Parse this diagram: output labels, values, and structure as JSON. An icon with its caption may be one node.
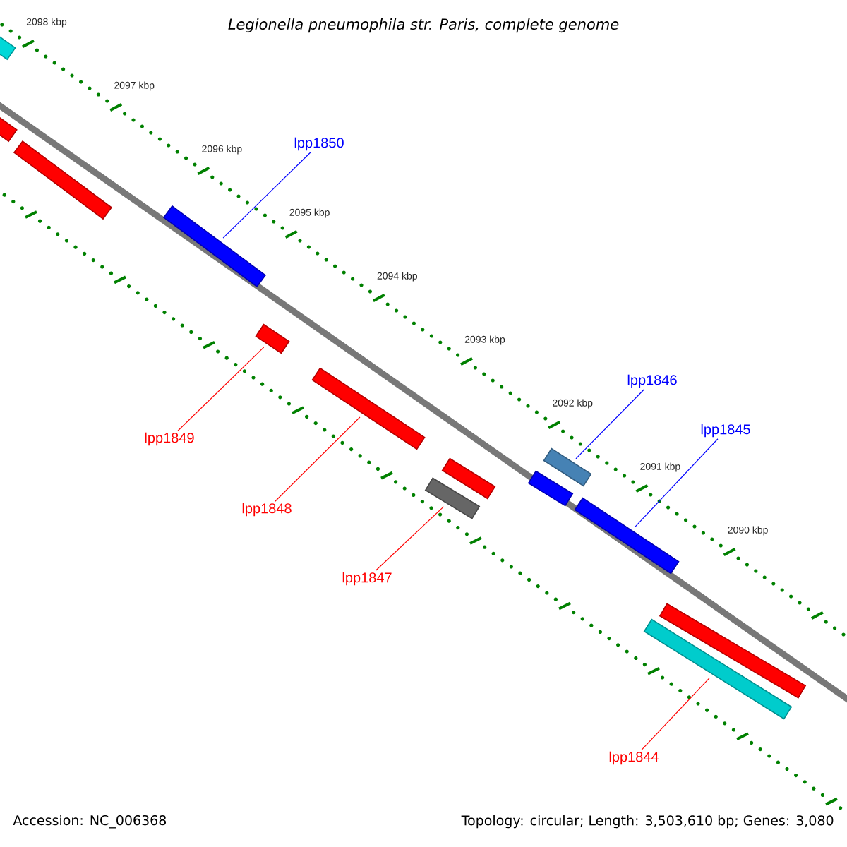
{
  "diagram": {
    "title": "Legionella pneumophila str. Paris, complete genome",
    "nodes": [
      {
        "text": [],
        "shape": "bar"
      },
      {
        "text": [],
        "shape": "bar"
      },
      {
        "text": [],
        "shape": "bar"
      },
      {
        "text": [],
        "shape": "bar"
      },
      {
        "text": [],
        "shape": "bar"
      },
      {
        "text": [],
        "shape": "bar"
      },
      {
        "text": [],
        "shape": "bar"
      },
      {
        "text": [],
        "shape": "bar"
      },
      {
        "text": [],
        "shape": "bar"
      },
      {
        "text": [],
        "shape": "bar"
      },
      {
        "text": [],
        "shape": "bar"
      },
      {
        "text": [],
        "shape": "bar"
      },
      {
        "text": [],
        "shape": "bar"
      },
      {
        "text": [
          "lpp1850"
        ]
      },
      {
        "text": [
          "lpp1846"
        ]
      },
      {
        "text": [
          "lpp1845"
        ]
      },
      {
        "text": [
          "lpp1849"
        ]
      },
      {
        "text": [
          "lpp1848"
        ]
      },
      {
        "text": [
          "lpp1847"
        ]
      },
      {
        "text": [
          "lpp1844"
        ]
      }
    ],
    "edges": [
      {
        "from": 13,
        "to": 3,
        "arrow": "none",
        "color": "#0000ff"
      },
      {
        "from": 14,
        "to": 8,
        "arrow": "none",
        "color": "#0000ff"
      },
      {
        "from": 15,
        "to": 10,
        "arrow": "none",
        "color": "#0000ff"
      },
      {
        "from": 16,
        "to": 4,
        "arrow": "none"
      },
      {
        "from": 17,
        "to": 5,
        "arrow": "none"
      },
      {
        "from": 18,
        "to": 6,
        "arrow": "none"
      },
      {
        "from": 19,
        "to": 11,
        "arrow": "none"
      }
    ],
    "labels": [
      "2098 kbp",
      "2097 kbp",
      "2096 kbp",
      "2095 kbp",
      "2094 kbp",
      "2093 kbp",
      "2092 kbp",
      "2091 kbp",
      "2090 kbp",
      "Accession: NC_006368",
      "Topology: circular; Length: 3,503,610 bp; Genes: 3,080"
    ]
  }
}
